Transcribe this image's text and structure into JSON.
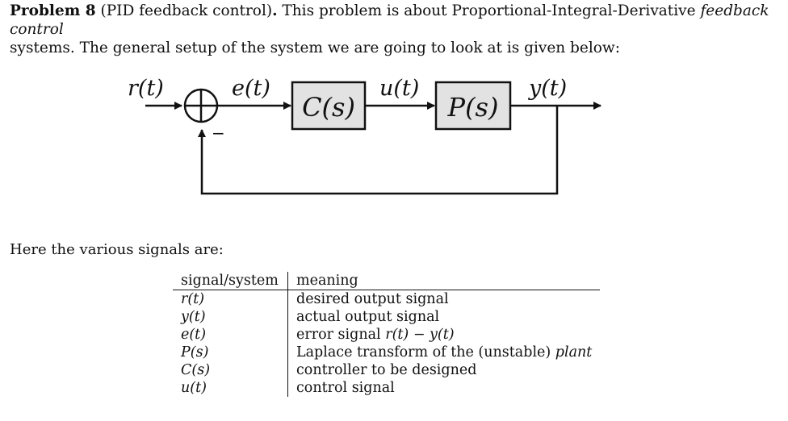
{
  "problem": {
    "number_label": "Problem 8",
    "paren": "(PID feedback control)",
    "dot": ".",
    "sentence1_pre": " This problem is about Proportional-Integral-Derivative ",
    "sentence1_emph": "feedback control",
    "line2": "systems. The general setup of the system we are going to look at is given below:"
  },
  "diagram": {
    "input_label": "r(t)",
    "error_label": "e(t)",
    "controller_label": "C(s)",
    "control_label": "u(t)",
    "plant_label": "P(s)",
    "output_label": "y(t)",
    "minus_sign": "−"
  },
  "signals_intro": "Here the various signals are:",
  "table": {
    "headers": [
      "signal/system",
      "meaning"
    ],
    "rows": [
      {
        "symbol": "r(t)",
        "meaning": "desired output signal"
      },
      {
        "symbol": "y(t)",
        "meaning": "actual output signal"
      },
      {
        "symbol": "e(t)",
        "meaning_pre": "error signal ",
        "meaning_math": "r(t) − y(t)"
      },
      {
        "symbol": "P(s)",
        "meaning_pre": "Laplace transform of the (unstable) ",
        "meaning_emph": "plant"
      },
      {
        "symbol": "C(s)",
        "meaning": "controller to be designed"
      },
      {
        "symbol": "u(t)",
        "meaning": "control signal"
      }
    ]
  }
}
